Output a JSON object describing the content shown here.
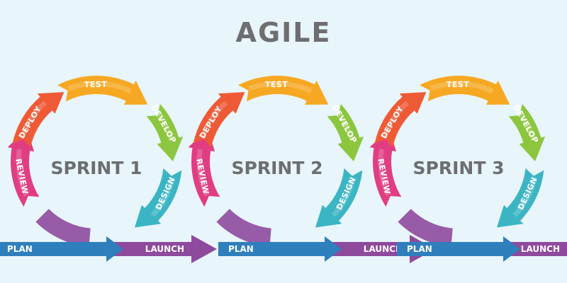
{
  "title": "AGILE",
  "phases": {
    "test": "TEST",
    "develop": "DEVELOP",
    "design": "DESIGN",
    "review": "REVIEW",
    "deploy": "DEPLOY",
    "plan": "PLAN",
    "launch": "LAUNCH"
  },
  "sprints": [
    {
      "label": "SPRINT 1"
    },
    {
      "label": "SPRINT 2"
    },
    {
      "label": "SPRINT 3"
    }
  ],
  "colors": {
    "background": "#e8f5fb",
    "title": "#6d6e70",
    "test": "#f7a823",
    "develop": "#8cc63f",
    "design": "#3bb5c4",
    "review": "#e03d82",
    "deploy": "#ef5a36",
    "plan": "#2f7fbd",
    "launch": "#8e4a9d"
  }
}
